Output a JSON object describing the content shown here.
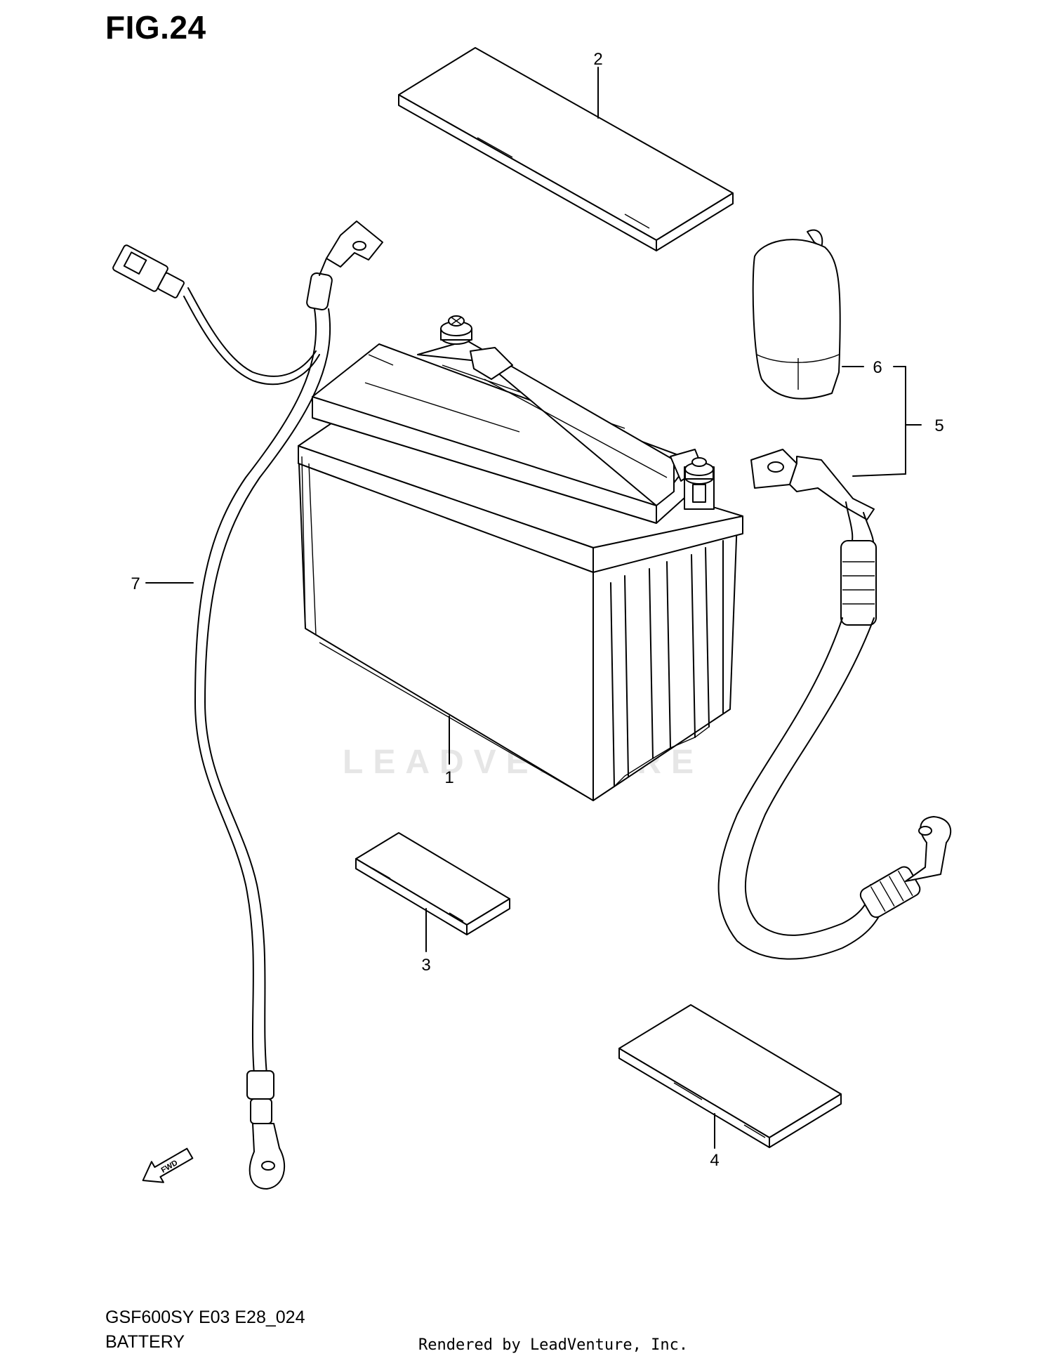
{
  "figure": {
    "title": "FIG.24",
    "model_code": "GSF600SY E03 E28_024",
    "section_name": "BATTERY",
    "rendered_by": "Rendered by LeadVenture, Inc.",
    "watermark": "LEADVENTURE",
    "fwd_label": "FWD"
  },
  "callouts": [
    "1",
    "2",
    "3",
    "4",
    "5",
    "6",
    "7"
  ]
}
